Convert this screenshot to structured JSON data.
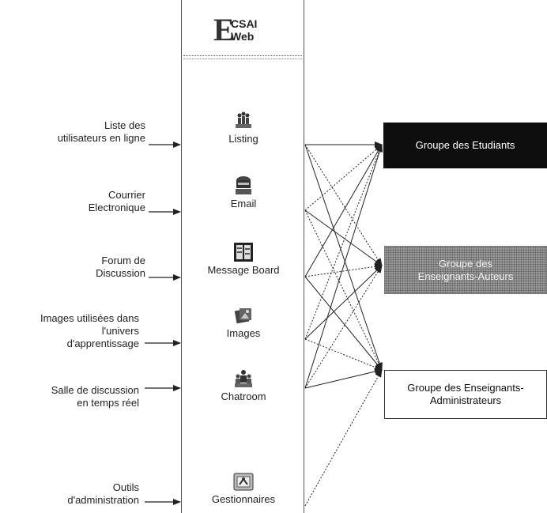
{
  "logo": {
    "letter": "E",
    "line1": "CSAI",
    "line2": "Web"
  },
  "tools": [
    {
      "id": "listing",
      "label": "Listing",
      "icon": "users-listing-icon"
    },
    {
      "id": "email",
      "label": "Email",
      "icon": "mailbox-icon"
    },
    {
      "id": "message-board",
      "label": "Message Board",
      "icon": "message-board-icon"
    },
    {
      "id": "images",
      "label": "Images",
      "icon": "images-icon"
    },
    {
      "id": "chatroom",
      "label": "Chatroom",
      "icon": "chatroom-icon"
    },
    {
      "id": "gestionnaires",
      "label": "Gestionnaires",
      "icon": "admin-tools-icon"
    }
  ],
  "descriptions": [
    {
      "id": "listing",
      "lines": [
        "Liste des",
        "utilisateurs en ligne"
      ]
    },
    {
      "id": "email",
      "lines": [
        "Courrier",
        "Electronique"
      ]
    },
    {
      "id": "message-board",
      "lines": [
        "Forum de",
        "Discussion"
      ]
    },
    {
      "id": "images",
      "lines": [
        "Images utilisées dans",
        "l'univers",
        "d'apprentissage"
      ]
    },
    {
      "id": "chatroom",
      "lines": [
        "Salle de discussion",
        "en temps réel"
      ]
    },
    {
      "id": "gestionnaires",
      "lines": [
        "Outils",
        "d'administration"
      ]
    }
  ],
  "groups": [
    {
      "id": "etudiants",
      "lines": [
        "Groupe des Etudiants"
      ]
    },
    {
      "id": "auteurs",
      "lines": [
        "Groupe des",
        "Enseignants-Auteurs"
      ]
    },
    {
      "id": "admins",
      "lines": [
        "Groupe des Enseignants-",
        "Administrateurs"
      ]
    }
  ],
  "colors": {
    "line": "#222222",
    "etudiants_bg": "#0e0e0e",
    "auteurs_bg": "#9a9a9a",
    "admins_bg": "#ffffff"
  }
}
